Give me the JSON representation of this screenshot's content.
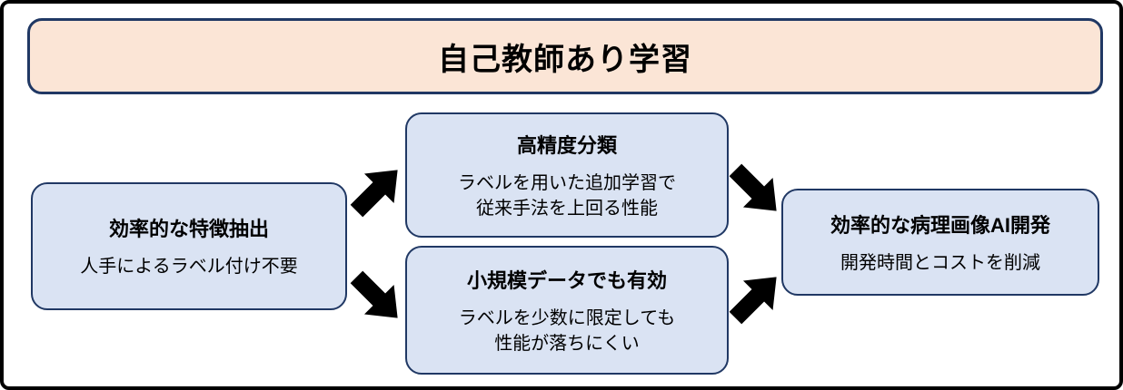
{
  "diagram": {
    "header": {
      "title": "自己教師あり学習"
    },
    "nodes": {
      "feature_extraction": {
        "title": "効率的な特徴抽出",
        "body": "人手によるラベル付け不要"
      },
      "high_accuracy": {
        "title": "高精度分類",
        "body": "ラベルを用いた追加学習で\n従来手法を上回る性能"
      },
      "small_data": {
        "title": "小規模データでも有効",
        "body": "ラベルを少数に限定しても\n性能が落ちにくい"
      },
      "ai_development": {
        "title": "効率的な病理画像AI開発",
        "body": "開発時間とコストを削減"
      }
    },
    "colors": {
      "header_bg": "#fbe5d6",
      "node_bg": "#dae3f3",
      "node_border": "#203864",
      "outer_border": "#000000",
      "arrow": "#000000"
    }
  }
}
